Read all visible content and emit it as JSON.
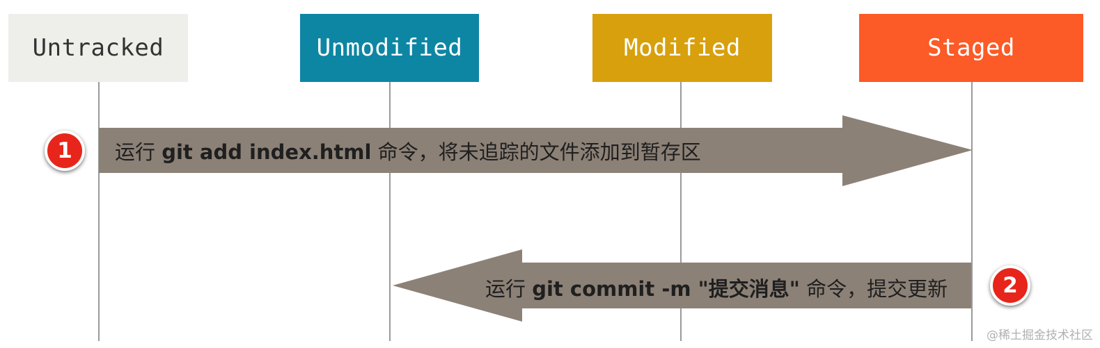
{
  "states": {
    "untracked": "Untracked",
    "unmodified": "Unmodified",
    "modified": "Modified",
    "staged": "Staged"
  },
  "colors": {
    "untracked_bg": "#eeeeea",
    "unmodified_bg": "#0d86a4",
    "modified_bg": "#d8a00d",
    "staged_bg": "#fc5a26",
    "arrow": "#8c8177",
    "badge": "#e8251a"
  },
  "steps": [
    {
      "number": "1",
      "prefix": "运行 ",
      "command": "git add index.html",
      "suffix": " 命令，将未追踪的文件添加到暂存区",
      "from": "Untracked",
      "to": "Staged"
    },
    {
      "number": "2",
      "prefix": "运行 ",
      "command": "git commit -m \"提交消息\"",
      "suffix": " 命令，提交更新",
      "from": "Staged",
      "to": "Unmodified"
    }
  ],
  "watermark": "@稀土掘金技术社区"
}
